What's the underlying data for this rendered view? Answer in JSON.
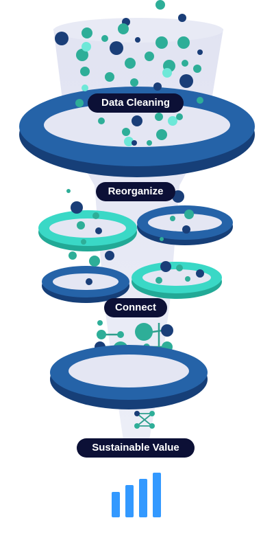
{
  "stages": {
    "data_cleaning": "Data Cleaning",
    "reorganize": "Reorganize",
    "connect": "Connect",
    "sustainable_value": "Sustainable Value"
  },
  "colors": {
    "funnel_fill": "#e4e6f3",
    "ring_dark": "#1f5c9e",
    "ring_dark_top": "#2a6cb4",
    "ring_teal": "#33d6c4",
    "dot_navy": "#1a3e78",
    "dot_teal": "#2eae98",
    "dot_mint": "#6ee8d8",
    "label_bg": "#0c1036",
    "bars": "#3399ff"
  },
  "icons": {
    "bottom": "bar-chart-icon"
  }
}
